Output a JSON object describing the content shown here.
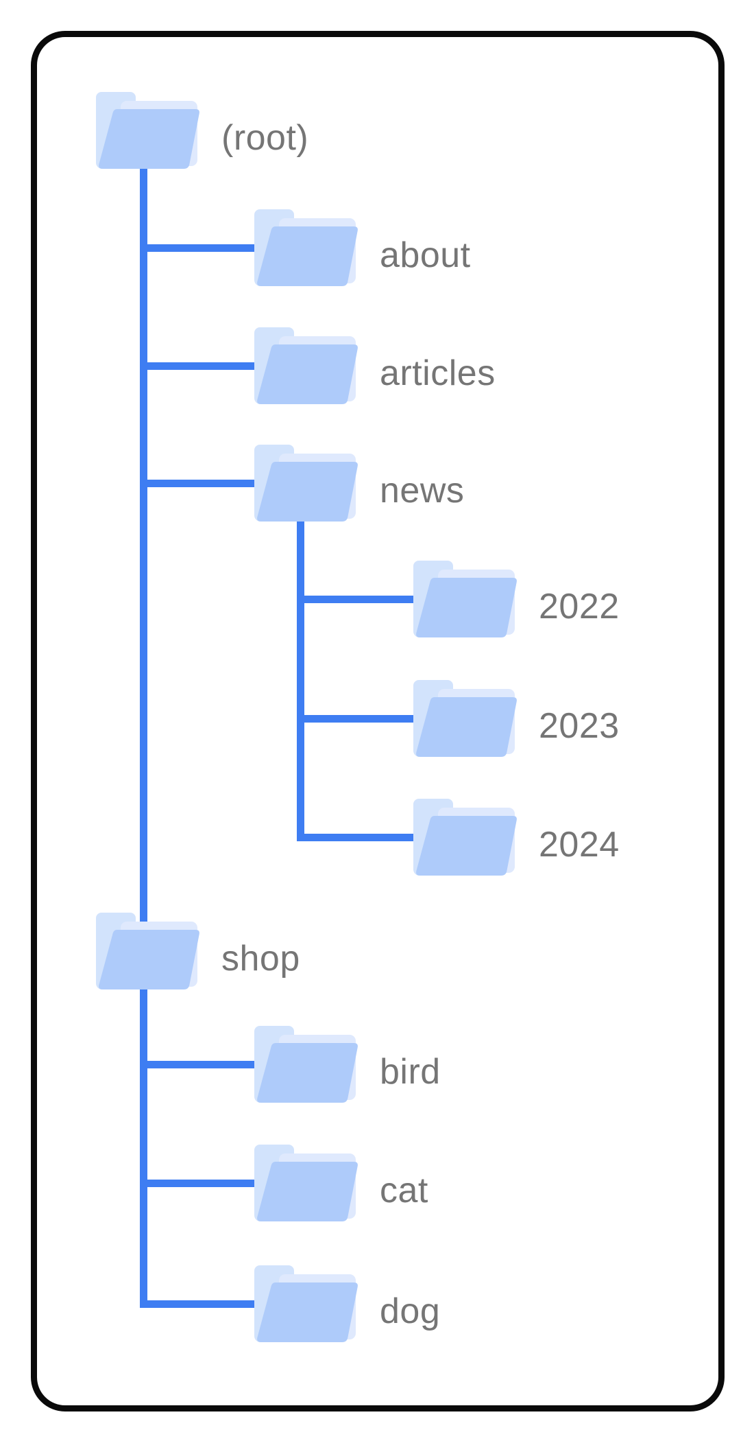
{
  "diagram": {
    "title": "site folder structure tree",
    "node_count": 11
  },
  "colors": {
    "line_blue": "#3e7df2",
    "folder_front": "#aecbfa",
    "folder_back": "#d2e3fc",
    "folder_flap": "#dfe9fd",
    "label_gray": "#757575",
    "card_border": "#0a0a0a",
    "background": "#ffffff"
  },
  "icons": {
    "node_icon": "folder-icon"
  },
  "tree": {
    "label": "(root)",
    "children": [
      {
        "label": "about"
      },
      {
        "label": "articles"
      },
      {
        "label": "news",
        "children": [
          {
            "label": "2022"
          },
          {
            "label": "2023"
          },
          {
            "label": "2024"
          }
        ]
      },
      {
        "label": "shop",
        "children": [
          {
            "label": "bird"
          },
          {
            "label": "cat"
          },
          {
            "label": "dog"
          }
        ]
      }
    ]
  }
}
